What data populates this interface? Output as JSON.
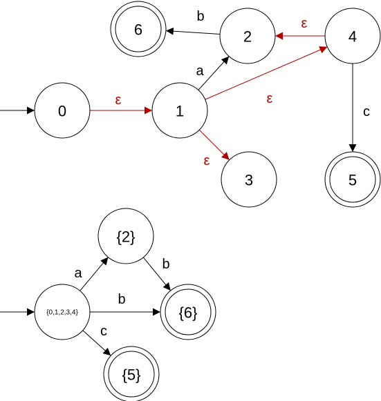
{
  "colors": {
    "normal": "#000000",
    "epsilon": "#b20000",
    "background": "#ffffff"
  },
  "nfa": {
    "states": [
      {
        "id": "0",
        "label": "0",
        "accepting": false,
        "initial": true
      },
      {
        "id": "1",
        "label": "1",
        "accepting": false
      },
      {
        "id": "2",
        "label": "2",
        "accepting": false
      },
      {
        "id": "3",
        "label": "3",
        "accepting": false
      },
      {
        "id": "4",
        "label": "4",
        "accepting": false
      },
      {
        "id": "5",
        "label": "5",
        "accepting": true
      },
      {
        "id": "6",
        "label": "6",
        "accepting": true
      }
    ],
    "transitions": [
      {
        "from": "0",
        "to": "1",
        "label": "ε",
        "epsilon": true
      },
      {
        "from": "1",
        "to": "2",
        "label": "a",
        "epsilon": false
      },
      {
        "from": "1",
        "to": "4",
        "label": "ε",
        "epsilon": true
      },
      {
        "from": "1",
        "to": "3",
        "label": "ε",
        "epsilon": true
      },
      {
        "from": "2",
        "to": "6",
        "label": "b",
        "epsilon": false
      },
      {
        "from": "4",
        "to": "2",
        "label": "ε",
        "epsilon": true
      },
      {
        "from": "4",
        "to": "5",
        "label": "c",
        "epsilon": false
      }
    ]
  },
  "dfa": {
    "states": [
      {
        "id": "S0",
        "label": "{0,1,2,3,4}",
        "accepting": false,
        "initial": true
      },
      {
        "id": "S2",
        "label": "{2}",
        "accepting": false
      },
      {
        "id": "S6",
        "label": "{6}",
        "accepting": true
      },
      {
        "id": "S5",
        "label": "{5}",
        "accepting": true
      }
    ],
    "transitions": [
      {
        "from": "S0",
        "to": "S2",
        "label": "a"
      },
      {
        "from": "S0",
        "to": "S6",
        "label": "b"
      },
      {
        "from": "S0",
        "to": "S5",
        "label": "c"
      },
      {
        "from": "S2",
        "to": "S6",
        "label": "b"
      }
    ]
  }
}
